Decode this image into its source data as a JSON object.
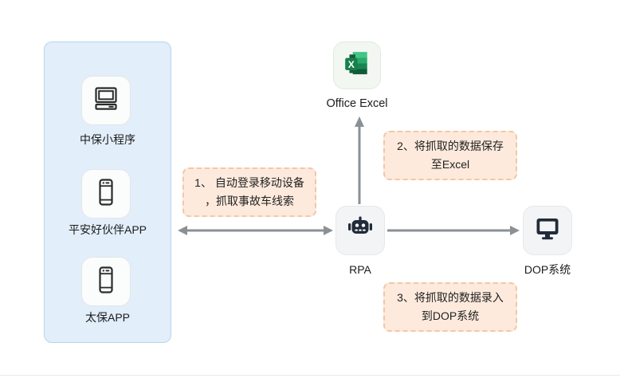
{
  "panel": {
    "items": [
      {
        "label": "中保小程序",
        "icon": "desktop-computer-icon"
      },
      {
        "label": "平安好伙伴APP",
        "icon": "smartphone-icon"
      },
      {
        "label": "太保APP",
        "icon": "smartphone-icon"
      }
    ]
  },
  "nodes": {
    "excel": {
      "label": "Office Excel",
      "icon": "excel-icon",
      "logo_letter": "X"
    },
    "rpa": {
      "label": "RPA",
      "icon": "robot-icon"
    },
    "dop": {
      "label": "DOP系统",
      "icon": "monitor-icon"
    }
  },
  "annotations": [
    {
      "step": "1",
      "line1": "1、 自动登录移动设备",
      "line2": "，抓取事故车线索"
    },
    {
      "step": "2",
      "line1": "2、将抓取的数据保存",
      "line2": "至Excel"
    },
    {
      "step": "3",
      "line1": "3、将抓取的数据录入",
      "line2": "到DOP系统"
    }
  ],
  "arrows": [
    {
      "from": "panel",
      "to": "rpa",
      "style": "double-headed-horizontal"
    },
    {
      "from": "rpa",
      "to": "excel",
      "style": "single-up"
    },
    {
      "from": "rpa",
      "to": "dop",
      "style": "single-right"
    }
  ],
  "colors": {
    "panel_bg": "#e2eefa",
    "panel_border": "#b9d5ec",
    "card_bg": "#fbfcfc",
    "card_border": "#e4e6e8",
    "gray_card_bg": "#f3f4f6",
    "excel_card_bg": "#f2f7f2",
    "annotation_bg": "#fdeadd",
    "annotation_border": "#f3c7a4",
    "arrow": "#8b9095",
    "icon_dark": "#222b3a",
    "excel_green": "#107c41"
  }
}
